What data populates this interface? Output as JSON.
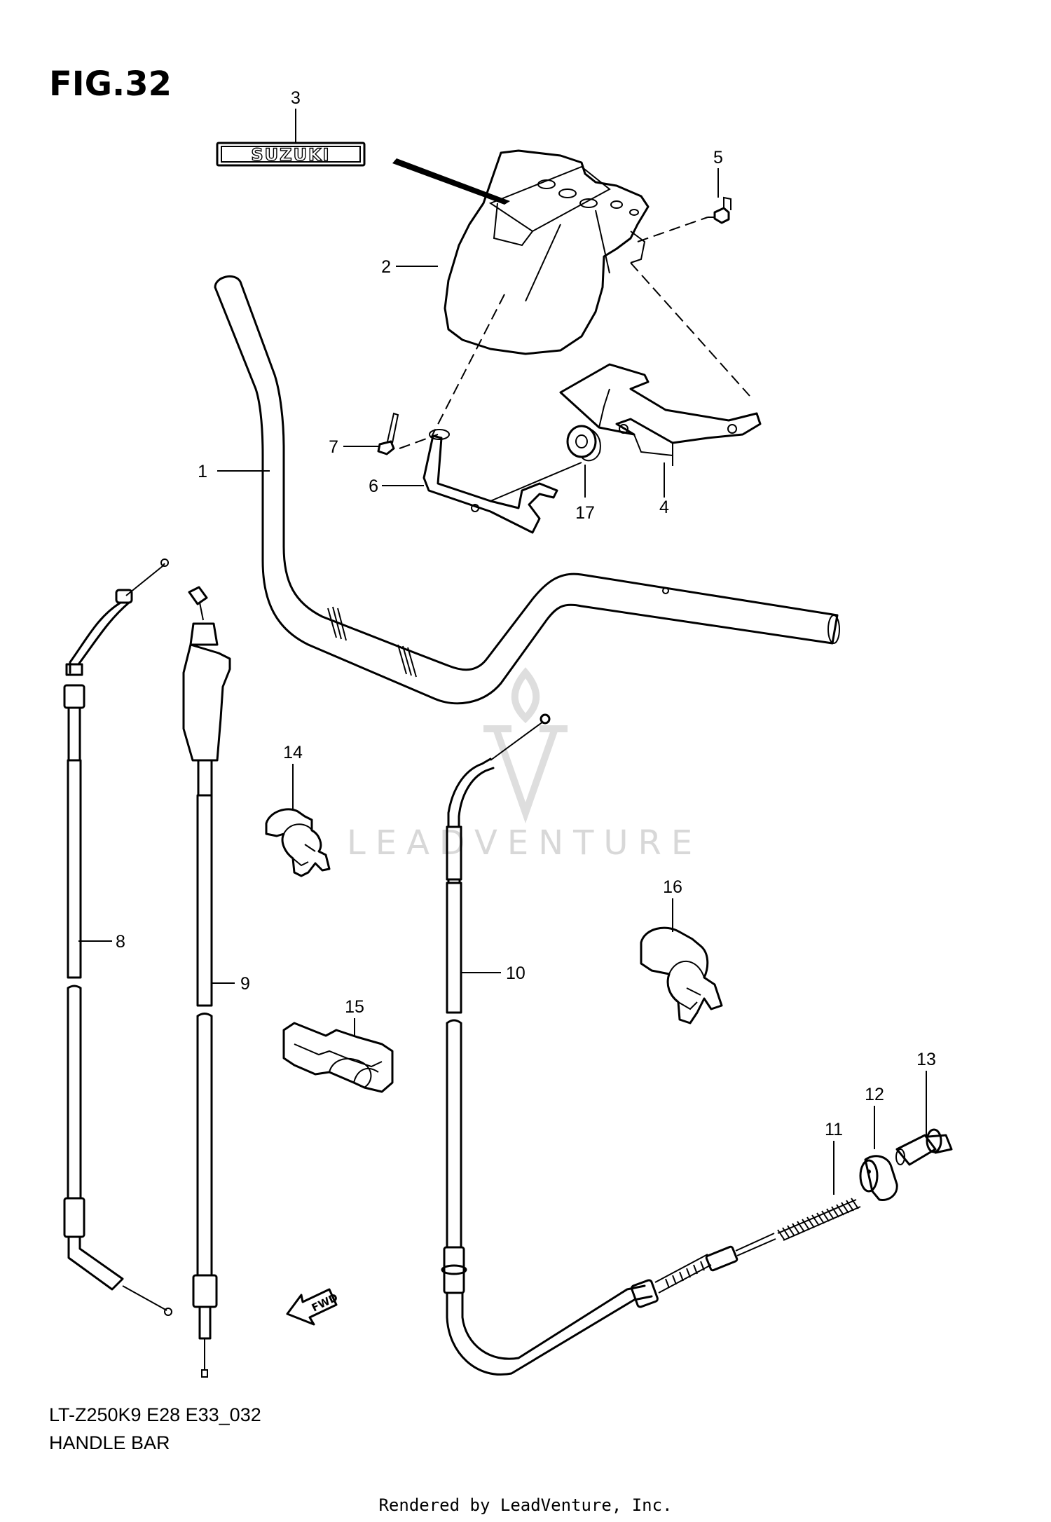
{
  "figure": {
    "title": "FIG.32",
    "code": "LT-Z250K9 E28 E33_032",
    "name": "HANDLE BAR",
    "footer": "Rendered by LeadVenture, Inc.",
    "watermark": "LEADVENTURE",
    "emblem_text": "SUZUKI",
    "fwd_text": "FWD"
  },
  "callouts": [
    {
      "id": "1",
      "label": "1"
    },
    {
      "id": "2",
      "label": "2"
    },
    {
      "id": "3",
      "label": "3"
    },
    {
      "id": "4",
      "label": "4"
    },
    {
      "id": "5",
      "label": "5"
    },
    {
      "id": "6",
      "label": "6"
    },
    {
      "id": "7",
      "label": "7"
    },
    {
      "id": "8",
      "label": "8"
    },
    {
      "id": "9",
      "label": "9"
    },
    {
      "id": "10",
      "label": "10"
    },
    {
      "id": "11",
      "label": "11"
    },
    {
      "id": "12",
      "label": "12"
    },
    {
      "id": "13",
      "label": "13"
    },
    {
      "id": "14",
      "label": "14"
    },
    {
      "id": "15",
      "label": "15"
    },
    {
      "id": "16",
      "label": "16"
    },
    {
      "id": "17",
      "label": "17"
    }
  ]
}
